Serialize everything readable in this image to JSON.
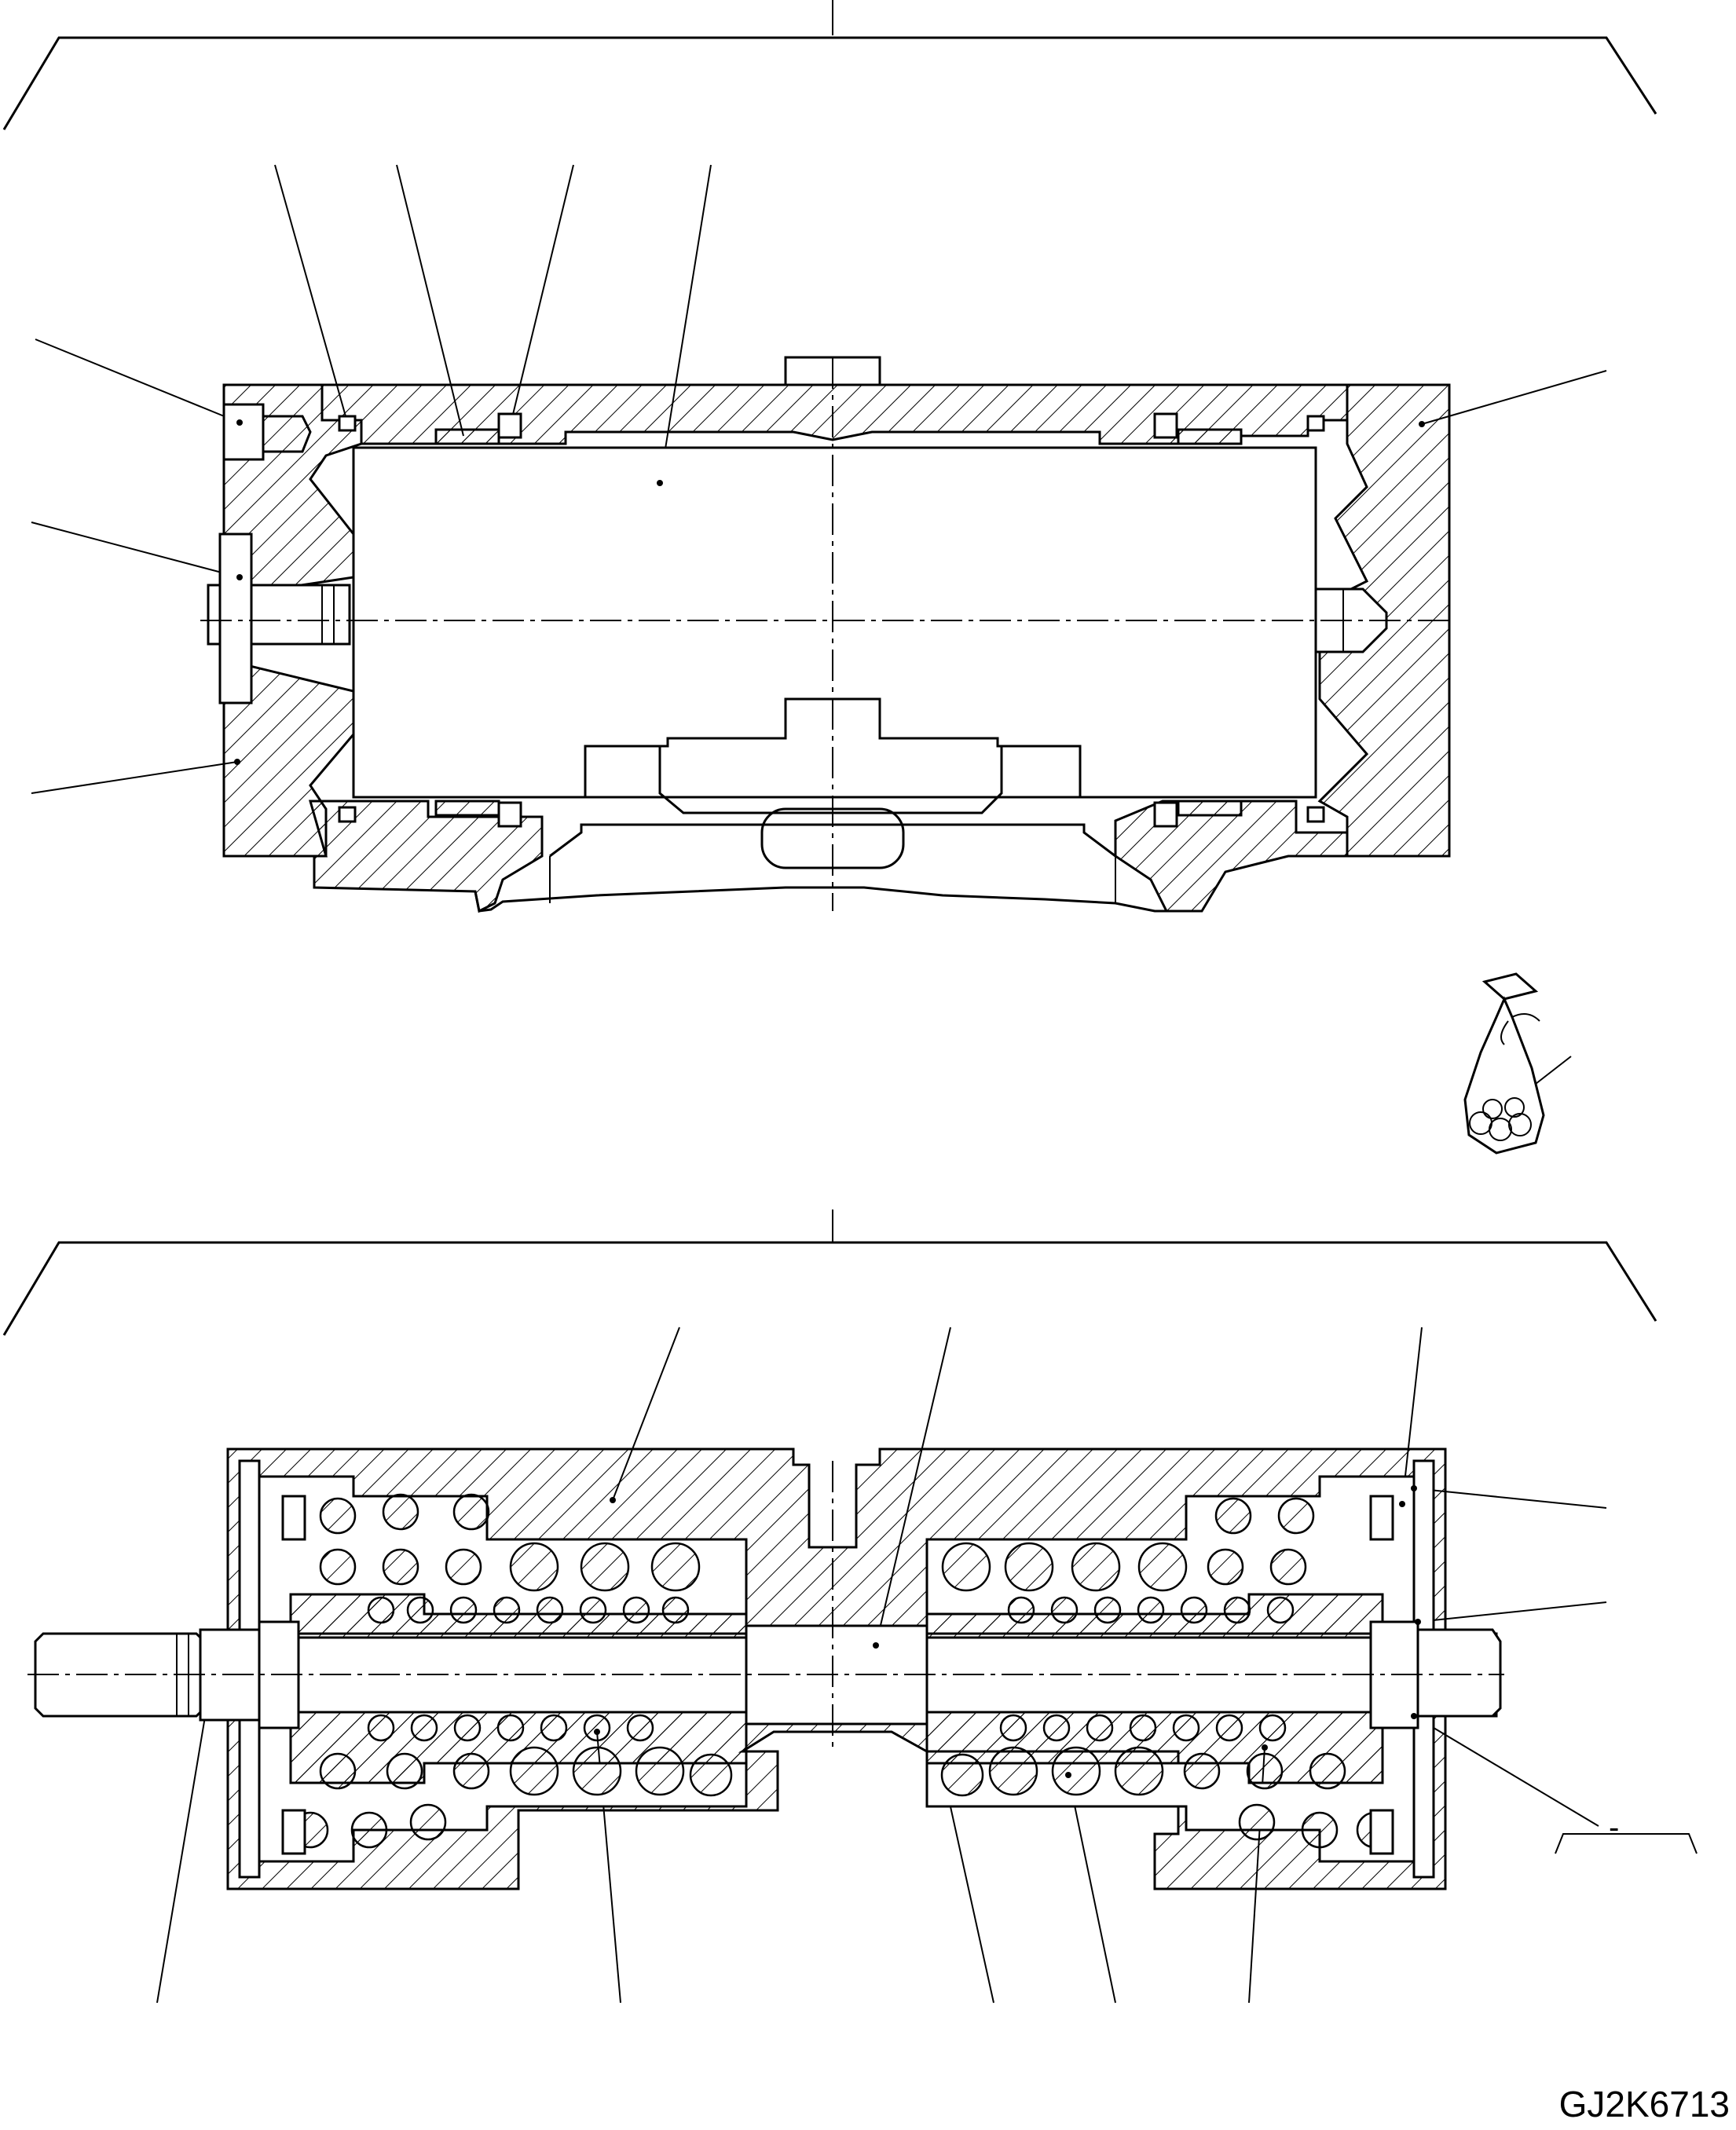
{
  "drawing_code": "GJ2K6713",
  "ref_dash": "-",
  "views": [
    {
      "name": "upper-section-view",
      "description_visible": false
    },
    {
      "name": "lower-section-view",
      "description_visible": false
    }
  ],
  "parts_bag_icon": "parts-bag-icon"
}
